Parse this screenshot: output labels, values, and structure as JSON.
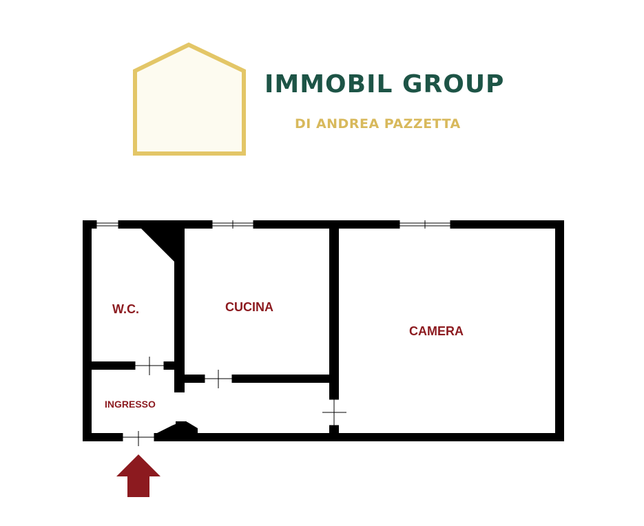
{
  "brand": {
    "name": "IMMOBIL GROUP",
    "subtitle": "DI ANDREA PAZZETTA",
    "colors": {
      "primary": "#1d5446",
      "accent": "#d8b95c",
      "logo_fill": "#fdfbf0"
    },
    "logo_icon": "house-outline-icon"
  },
  "floorplan": {
    "rooms": {
      "wc": "W.C.",
      "cucina": "CUCINA",
      "camera": "CAMERA",
      "ingresso": "INGRESSO"
    },
    "label_color": "#8c1a1f",
    "entrance_icon": "entrance-arrow-icon",
    "entrance_color": "#8c1a1f"
  }
}
